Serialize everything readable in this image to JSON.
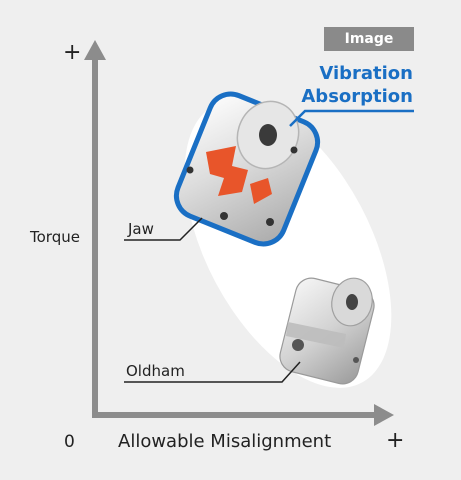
{
  "badge": "Image",
  "callout": {
    "line1": "Vibration",
    "line2": "Absorption"
  },
  "axes": {
    "y_label": "Torque",
    "x_label": "Allowable Misalignment",
    "origin": "0",
    "y_plus": "+",
    "x_plus": "+"
  },
  "items": {
    "jaw": "Jaw",
    "oldham": "Oldham"
  },
  "colors": {
    "background": "#efefef",
    "axis": "#8c8c8c",
    "highlight_blue": "#1a6fc4",
    "spider_orange": "#e8552a",
    "ellipse": "#ffffff",
    "badge": "#8a8a8a"
  }
}
